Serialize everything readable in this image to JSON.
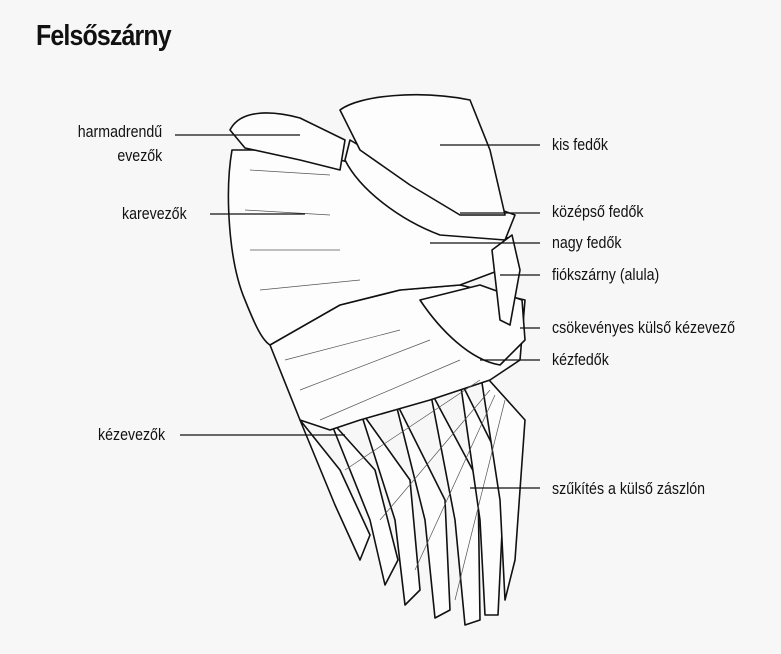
{
  "title": "Felsőszárny",
  "labels": {
    "harmadrendu_1": "harmadrendű",
    "harmadrendu_2": "evezők",
    "karevezok": "karevezők",
    "kezevezok": "kézevezők",
    "kis_fedok": "kis fedők",
    "kozepso_fedok": "középső fedők",
    "nagy_fedok": "nagy fedők",
    "fiokszarny": "fiókszárny (alula)",
    "csokevenyes": "csökevényes külső kézevező",
    "kezfedok": "kézfedők",
    "szukites": "szűkítés a külső zászlón"
  }
}
